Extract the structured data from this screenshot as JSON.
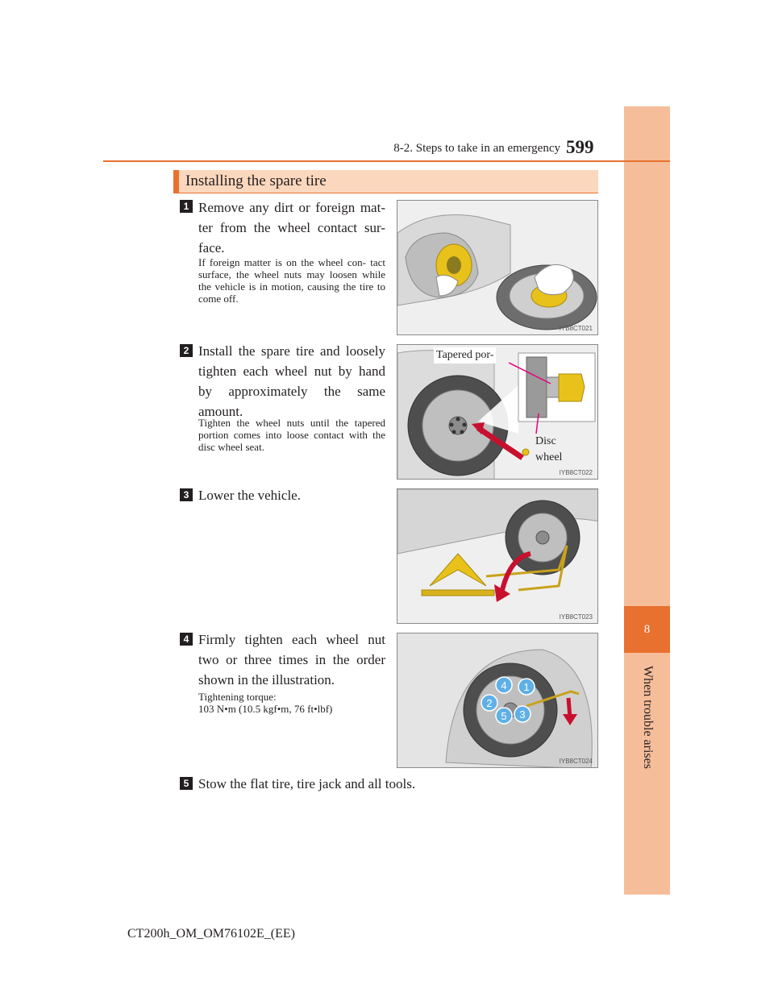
{
  "header": {
    "section": "8-2. Steps to take in an emergency",
    "page_number": "599"
  },
  "side_tab": {
    "chapter_number": "8",
    "chapter_title": "When trouble arises"
  },
  "section_title": "Installing the spare tire",
  "steps": [
    {
      "number": "1",
      "text": "Remove any dirt or foreign mat- ter from the wheel contact sur- face.",
      "note": "If foreign matter is on the wheel con- tact surface, the wheel nuts may loosen while the vehicle is in motion, causing the tire to come off.",
      "image_code": "IYB8CT021"
    },
    {
      "number": "2",
      "text": "Install the spare tire and loosely tighten each wheel nut by hand by approximately the same amount.",
      "note": "Tighten the wheel nuts until the tapered portion comes into loose contact with the disc wheel seat.",
      "image_code": "IYB8CT022",
      "callouts": {
        "tapered": "Tapered por-",
        "disc_line1": "Disc",
        "disc_line2": "wheel"
      }
    },
    {
      "number": "3",
      "text": "Lower the vehicle.",
      "image_code": "IYB8CT023"
    },
    {
      "number": "4",
      "text": "Firmly tighten each wheel nut two or three times in the order shown in the illustration.",
      "note_line1": "Tightening torque:",
      "note_line2": "103 N•m (10.5 kgf•m, 76 ft•lbf)",
      "image_code": "IYB8CT024",
      "order_labels": [
        "1",
        "2",
        "3",
        "4",
        "5"
      ]
    },
    {
      "number": "5",
      "text": "Stow the flat tire, tire jack and all tools."
    }
  ],
  "footer": "CT200h_OM_OM76102E_(EE)",
  "colors": {
    "accent": "#e8712f",
    "tab": "#f6bd9a",
    "section_bg": "#fbd7bd",
    "magenta": "#e6007e",
    "yellow": "#e8c21a"
  }
}
